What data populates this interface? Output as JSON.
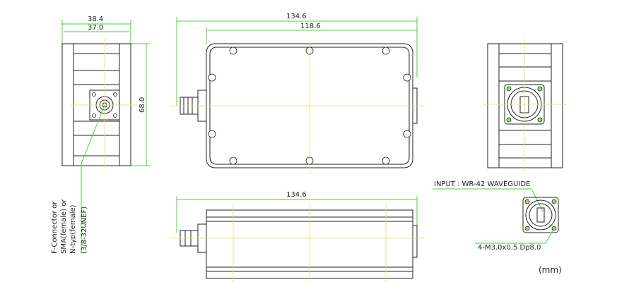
{
  "dimensions": {
    "side_width_outer": "38.4",
    "side_width_inner": "37.0",
    "height": "68.0",
    "top_length_total": "134.6",
    "top_length_body": "118.6",
    "bottom_length_total": "134.6"
  },
  "connector_note": [
    "F-Connector or",
    "SMA(female) or",
    "N-typ(female)",
    "(3/8-32UNEF)"
  ],
  "waveguide_label": "INPUT : WR-42 WAVEGUIDE",
  "screw_label": "4-M3.0x0.5 Dp8.0",
  "units": "(mm)",
  "colors": {
    "dimension": "#4ccf3c",
    "centerline": "#e8e060",
    "outline": "#222222"
  }
}
